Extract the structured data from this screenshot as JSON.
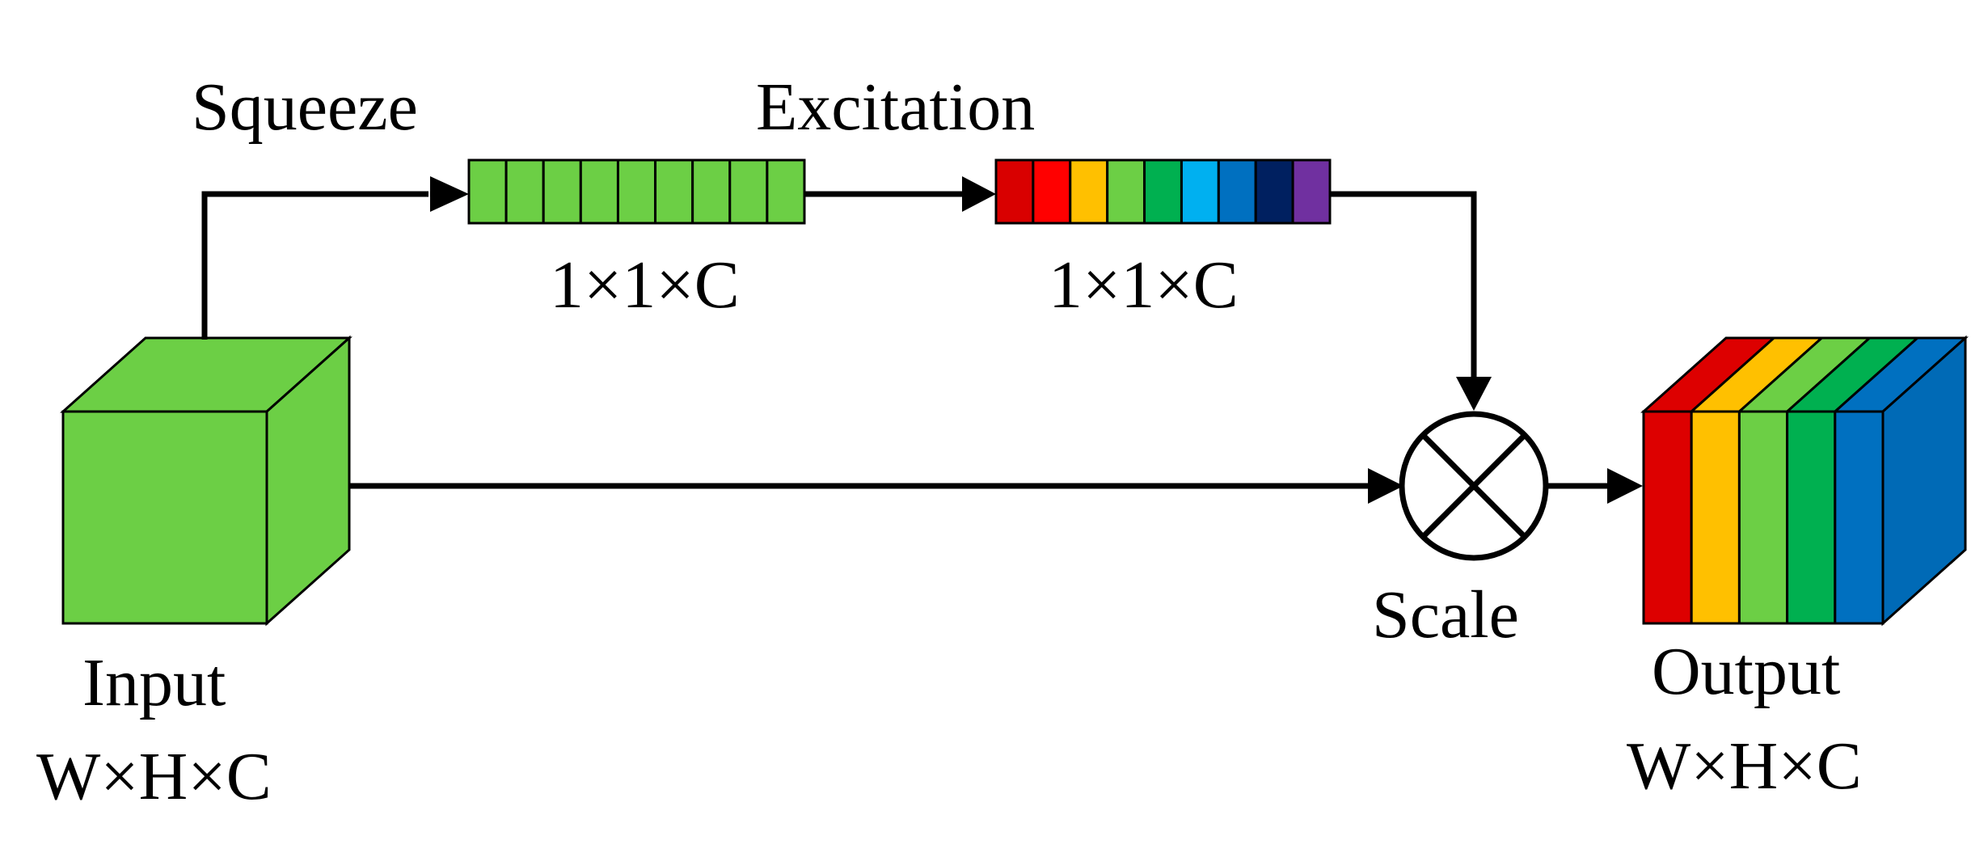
{
  "labels": {
    "squeeze": "Squeeze",
    "excitation": "Excitation",
    "squeeze_dim": "1×1×C",
    "excitation_dim": "1×1×C",
    "scale": "Scale",
    "input_title": "Input",
    "input_dim": "W×H×C",
    "output_title": "Output",
    "output_dim": "W×H×C"
  },
  "colors": {
    "input_cube": "#6ccf45",
    "squeeze_cells": [
      "#6ccf45",
      "#6ccf45",
      "#6ccf45",
      "#6ccf45",
      "#6ccf45",
      "#6ccf45",
      "#6ccf45",
      "#6ccf45",
      "#6ccf45"
    ],
    "excitation_cells": [
      "#d90000",
      "#ff0000",
      "#ffc000",
      "#6ccf45",
      "#00b050",
      "#00b0f0",
      "#0070c0",
      "#002060",
      "#7030a0"
    ],
    "output_slabs": [
      "#dd0000",
      "#ffc000",
      "#6ccf45",
      "#00b050",
      "#0070c0"
    ]
  }
}
